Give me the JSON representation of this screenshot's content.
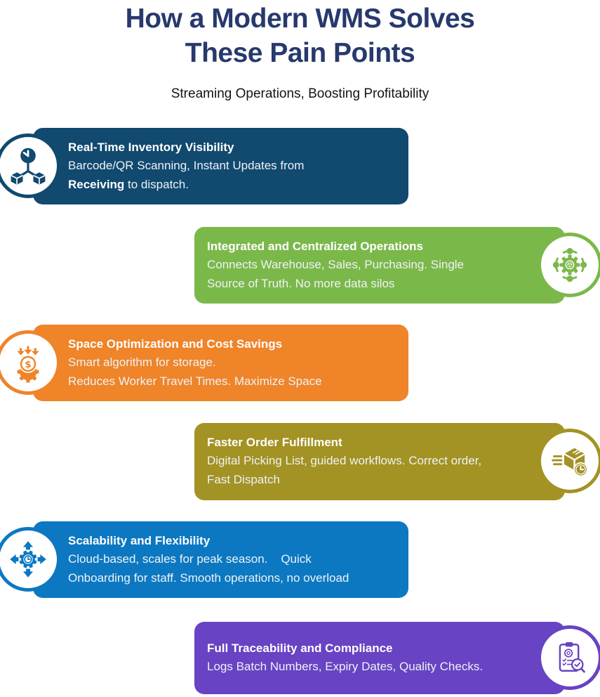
{
  "header": {
    "title_line1": "How a Modern WMS Solves",
    "title_line2": "These Pain Points",
    "subtitle": "Streaming Operations, Boosting Profitability",
    "title_color": "#27396d"
  },
  "cards": [
    {
      "title": "Real-Time Inventory Visibility",
      "line1": "Barcode/QR Scanning, Instant Updates from",
      "line2_bold": "Receiving",
      "line2": " to dispatch.",
      "color": "#11496f",
      "icon": "realtime-clock-network-icon",
      "side": "left"
    },
    {
      "title": "Integrated and Centralized Operations",
      "line1": "Connects Warehouse, Sales, Purchasing. Single",
      "line2": "Source of Truth. No more data silos",
      "color": "#7bb84a",
      "icon": "integration-gear-network-icon",
      "side": "right"
    },
    {
      "title": "Space Optimization and Cost Savings",
      "line1": "Smart algorithm for storage.",
      "line2": "Reduces Worker Travel Times. Maximize Space",
      "color": "#ef8429",
      "icon": "cost-savings-gear-dollar-icon",
      "side": "left"
    },
    {
      "title": "Faster Order Fulfillment",
      "line1": "Digital Picking List, guided workflows. Correct order,",
      "line2": "Fast Dispatch",
      "color": "#a39224",
      "icon": "fast-dispatch-box-clock-icon",
      "side": "right"
    },
    {
      "title": "Scalability and Flexibility",
      "line1": "Cloud-based, scales for peak season.    Quick",
      "line2": "Onboarding for staff. Smooth operations, no overload",
      "color": "#0c78c2",
      "icon": "scalability-arrows-gear-icon",
      "side": "left"
    },
    {
      "title": "Full Traceability and Compliance",
      "line1": "Logs Batch Numbers, Expiry Dates, Quality Checks.",
      "color": "#6843c3",
      "icon": "compliance-clipboard-check-icon",
      "side": "right"
    }
  ]
}
